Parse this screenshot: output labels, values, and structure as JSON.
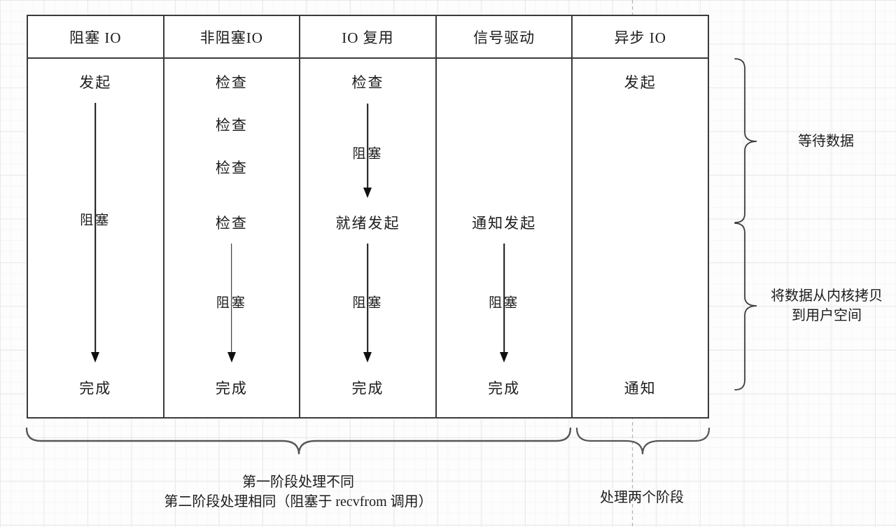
{
  "table": {
    "columns": [
      {
        "header": "阻塞 IO",
        "start": "发起",
        "block_label": "阻塞",
        "end": "完成"
      },
      {
        "header": "非阻塞IO",
        "checks": [
          "检查",
          "检查",
          "检查",
          "检查"
        ],
        "block_label": "阻塞",
        "end": "完成"
      },
      {
        "header": "IO 复用",
        "check": "检查",
        "block_label_1": "阻塞",
        "ready": "就绪发起",
        "block_label_2": "阻塞",
        "end": "完成"
      },
      {
        "header": "信号驱动",
        "notify_start": "通知发起",
        "block_label": "阻塞",
        "end": "完成"
      },
      {
        "header": "异步 IO",
        "start": "发起",
        "end": "通知"
      }
    ]
  },
  "annotations": {
    "wait_data": "等待数据",
    "copy_line1": "将数据从内核拷贝",
    "copy_line2": "到用户空间",
    "phase_line1": "第一阶段处理不同",
    "phase_line2": "第二阶段处理相同（阻塞于 recvfrom 调用）",
    "two_phase": "处理两个阶段"
  },
  "colors": {
    "table_border": "#3b3b3b",
    "text": "#1c1c1c",
    "brace": "#4a4a4a",
    "dashed_line": "#b4b4b4"
  }
}
